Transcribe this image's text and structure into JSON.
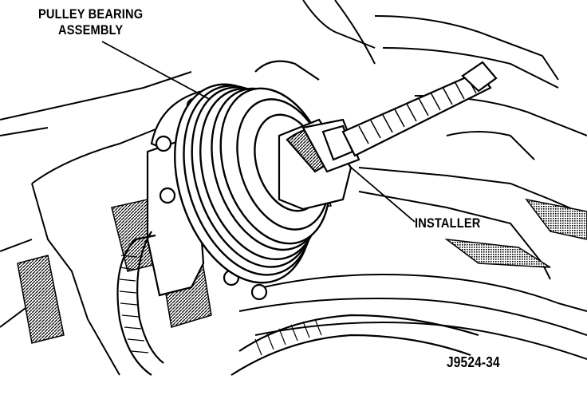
{
  "labels": {
    "pulley_bearing_line1": "PULLEY BEARING",
    "pulley_bearing_line2": "ASSEMBLY",
    "installer": "INSTALLER"
  },
  "figure_id": "J9524-34"
}
